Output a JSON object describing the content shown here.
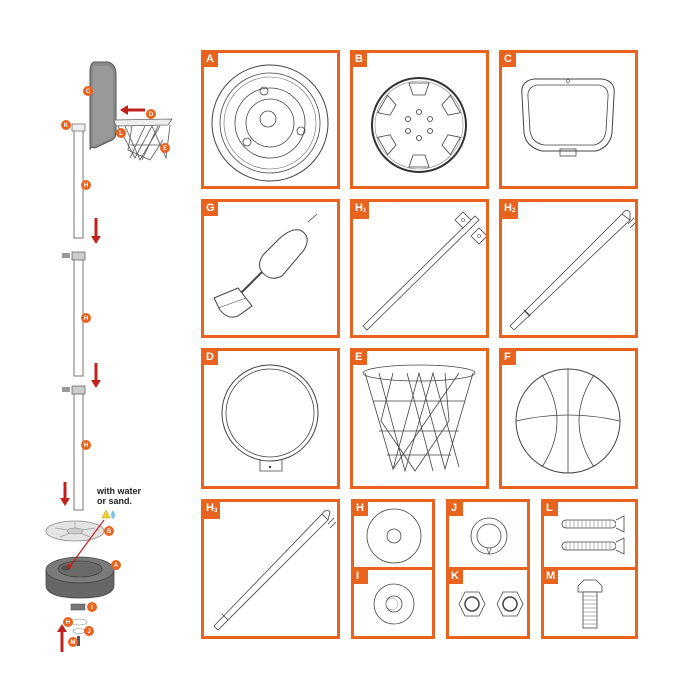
{
  "assembly_diagram": {
    "note": "with water or sand.",
    "note_line1": "with water",
    "note_line2": "or sand.",
    "callouts": [
      "C",
      "D",
      "K",
      "L",
      "E",
      "H1",
      "H2",
      "H3",
      "B",
      "A",
      "I",
      "H",
      "J",
      "M"
    ],
    "accent_color": "#e8641e",
    "arrow_color": "#c0201e"
  },
  "parts": [
    {
      "id": "A",
      "label": "A",
      "name": "base-tire"
    },
    {
      "id": "B",
      "label": "B",
      "name": "hubcap"
    },
    {
      "id": "C",
      "label": "C",
      "name": "backboard"
    },
    {
      "id": "G",
      "label": "G",
      "name": "ball-pump"
    },
    {
      "id": "H1",
      "label": "H",
      "sub": "1",
      "name": "top-pole-with-bracket"
    },
    {
      "id": "H2",
      "label": "H",
      "sub": "2",
      "name": "middle-pole"
    },
    {
      "id": "D",
      "label": "D",
      "name": "rim"
    },
    {
      "id": "E",
      "label": "E",
      "name": "net"
    },
    {
      "id": "F",
      "label": "F",
      "name": "basketball"
    },
    {
      "id": "H3",
      "label": "H",
      "sub": "3",
      "name": "bottom-pole"
    },
    {
      "id": "H",
      "label": "H",
      "name": "large-washer"
    },
    {
      "id": "I",
      "label": "I",
      "name": "small-washer"
    },
    {
      "id": "J",
      "label": "J",
      "name": "spring-washer"
    },
    {
      "id": "K",
      "label": "K",
      "name": "hex-nuts"
    },
    {
      "id": "L",
      "label": "L",
      "name": "countersunk-bolts"
    },
    {
      "id": "M",
      "label": "M",
      "name": "hex-bolt"
    }
  ],
  "border_color": "#e8641e"
}
